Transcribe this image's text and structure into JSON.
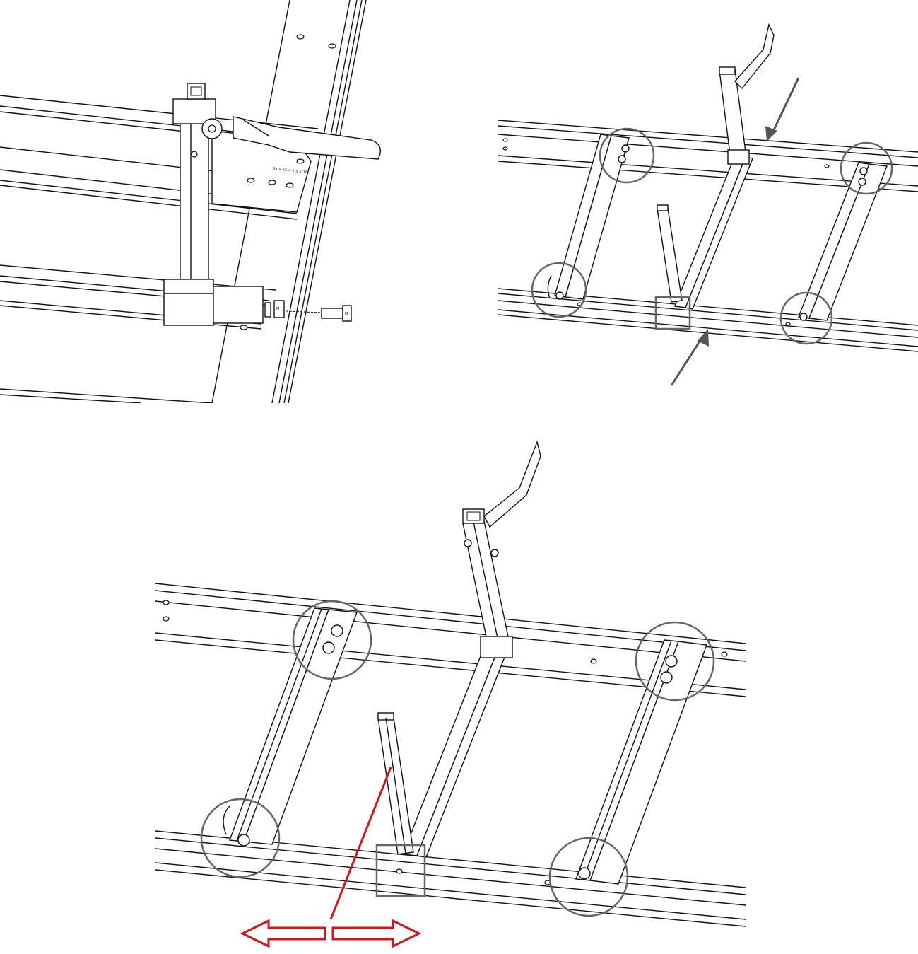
{
  "figure": {
    "panels": [
      {
        "id": "a",
        "view": "side detail"
      },
      {
        "id": "b",
        "view": "overview"
      },
      {
        "id": "c",
        "view": "enlarged overview"
      }
    ]
  },
  "annotations": {
    "markers": {
      "circle_color": "#666666",
      "box_color": "#666666",
      "arrow_color": "#555555",
      "adjust_arrow_color": "#d0161b"
    },
    "small_labels": [
      "33 × 55 × 2.5 × 16",
      "M",
      "M"
    ]
  },
  "icons": {
    "circle": "bolt-location-circle",
    "box": "center-post-box",
    "arrow": "pointer-arrow",
    "double_arrow": "left-right-adjust-arrow"
  }
}
